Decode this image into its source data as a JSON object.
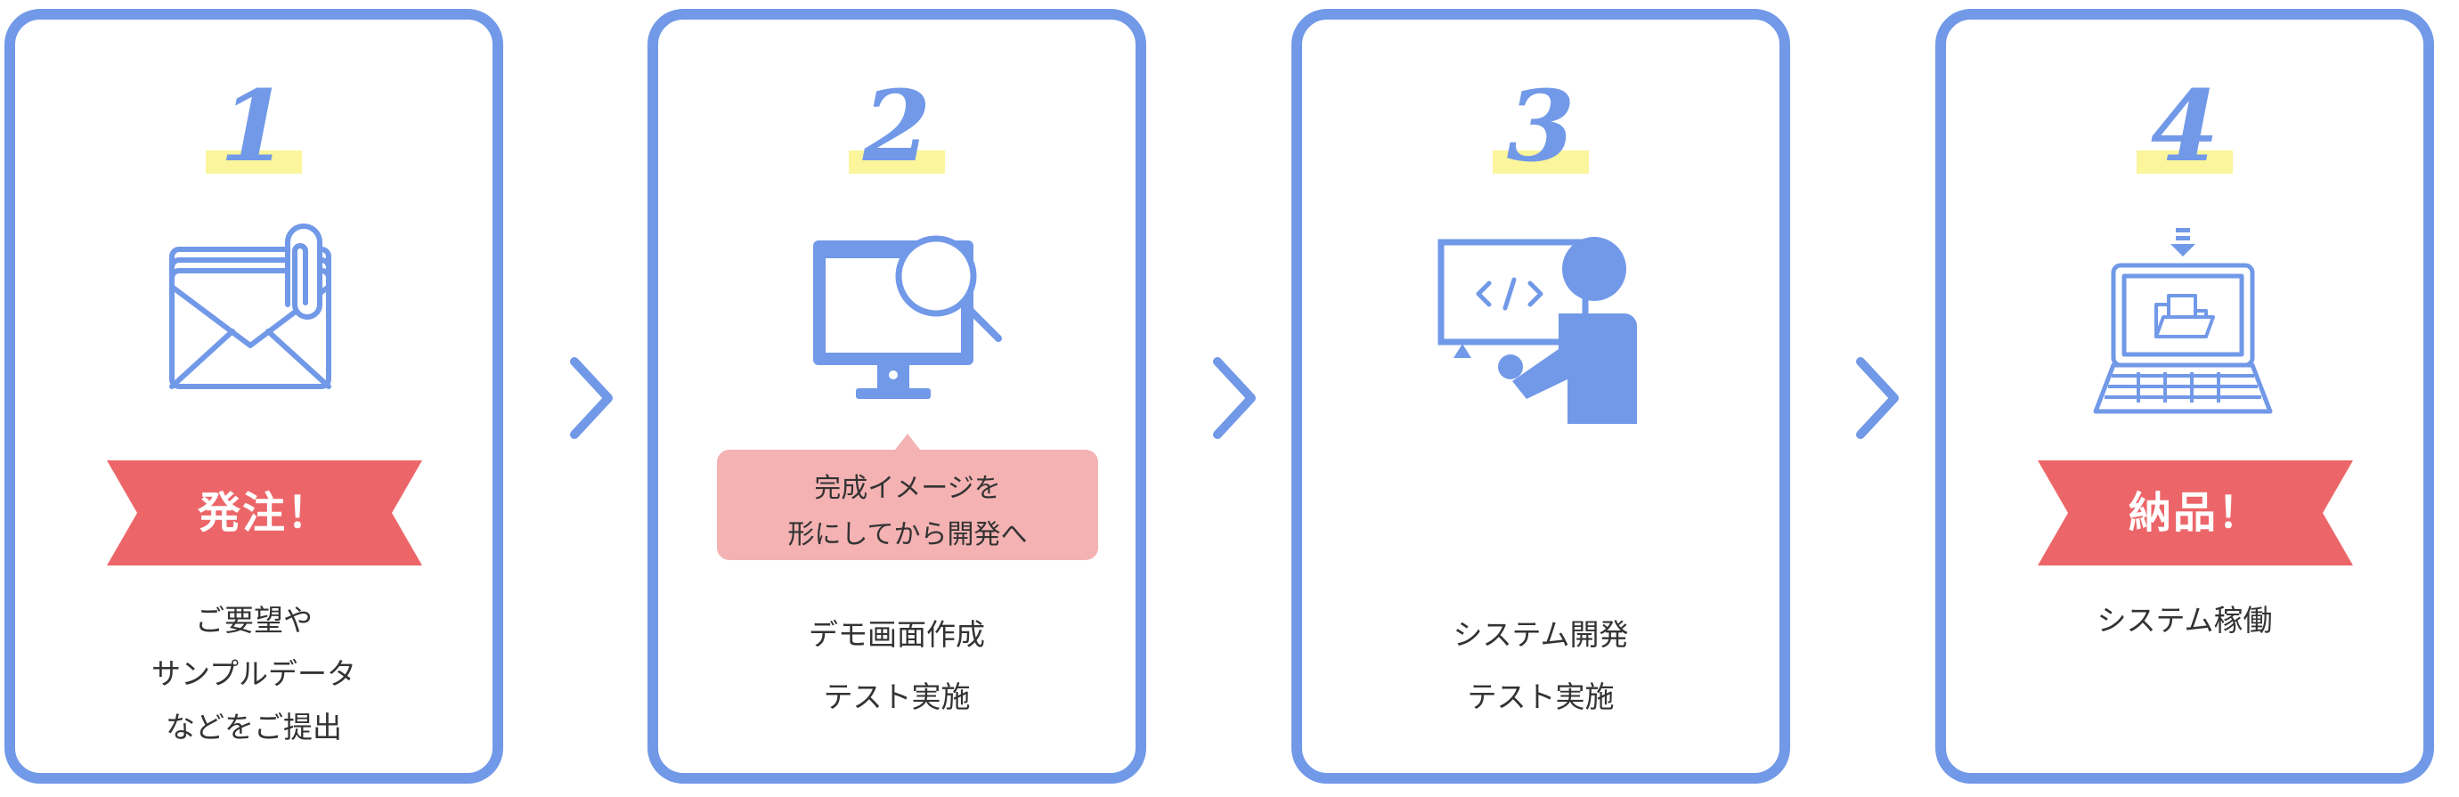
{
  "colors": {
    "card_border": "#7199e8",
    "number": "#7199e8",
    "number_highlight": "#fbf59b",
    "banner": "#ec6669",
    "bubble": "#f4b2b3",
    "text": "#333333"
  },
  "steps": [
    {
      "number": "1",
      "icon": "mail-with-paperclip-icon",
      "banner": "発注！",
      "description": [
        "ご要望や",
        "サンプルデータ",
        "などをご提出"
      ]
    },
    {
      "number": "2",
      "icon": "monitor-with-magnifier-icon",
      "callout": [
        "完成イメージを",
        "形にしてから開発へ"
      ],
      "description": [
        "デモ画面作成",
        "テスト実施"
      ]
    },
    {
      "number": "3",
      "icon": "developer-at-screen-icon",
      "description": [
        "システム開発",
        "テスト実施"
      ]
    },
    {
      "number": "4",
      "icon": "laptop-download-icon",
      "banner": "納品！",
      "description": [
        "システム稼働"
      ]
    }
  ],
  "connector_icon": "chevron-right-icon"
}
